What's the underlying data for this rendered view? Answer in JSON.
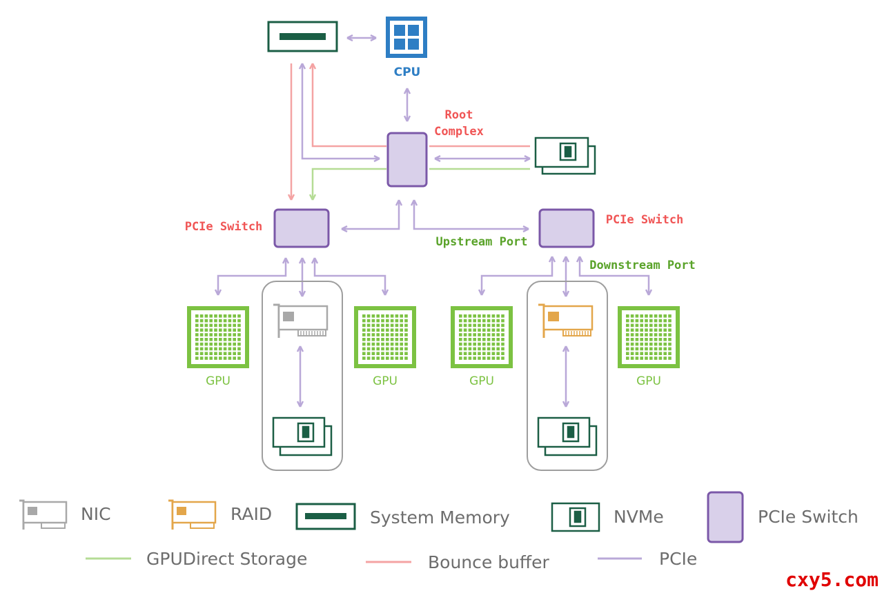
{
  "labels": {
    "cpu": "CPU",
    "root_complex_line1": "Root",
    "root_complex_line2": "Complex",
    "pcie_switch_left": "PCIe Switch",
    "pcie_switch_right": "PCIe Switch",
    "upstream_port": "Upstream Port",
    "downstream_port": "Downstream Port",
    "gpu": "GPU"
  },
  "legend": {
    "nic": "NIC",
    "raid": "RAID",
    "system_memory": "System Memory",
    "nvme": "NVMe",
    "pcie_switch": "PCIe Switch",
    "gpudirect_storage": "GPUDirect Storage",
    "bounce_buffer": "Bounce buffer",
    "pcie": "PCIe"
  },
  "watermark": "cxy5.com",
  "colors": {
    "pcie": "#b9a8d8",
    "bounce_buffer": "#f4a3a3",
    "gpudirect_storage": "#b5dc95",
    "memory_green": "#1b5e45",
    "cpu_blue": "#2e7ec4",
    "switch_fill": "#d9d0ea",
    "switch_border": "#7b58a8",
    "gpu_green": "#7cc242",
    "raid_orange": "#e3a64a",
    "nic_gray": "#a8a8a8"
  }
}
